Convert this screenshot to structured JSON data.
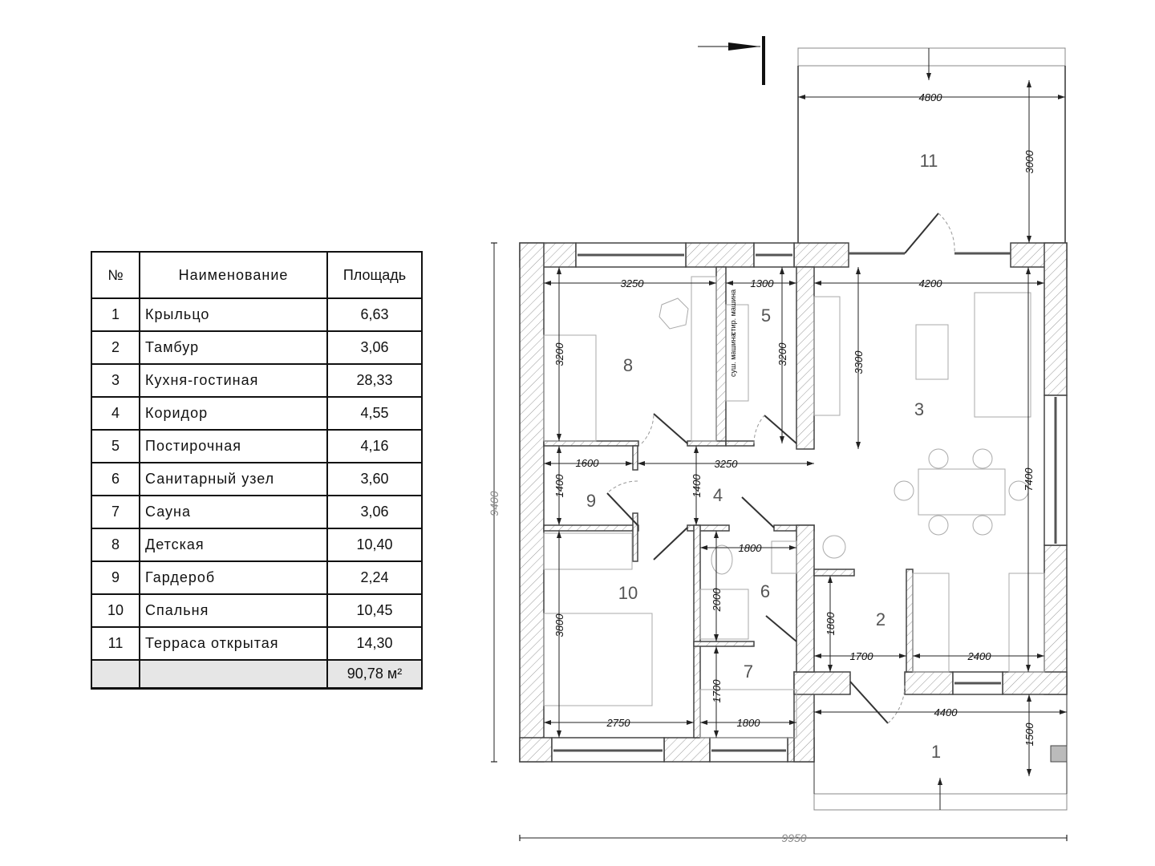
{
  "table": {
    "headers": {
      "num": "№",
      "name": "Наименование",
      "area": "Площадь"
    },
    "rows": [
      {
        "num": "1",
        "name": "Крыльцо",
        "area": "6,63"
      },
      {
        "num": "2",
        "name": "Тамбур",
        "area": "3,06"
      },
      {
        "num": "3",
        "name": "Кухня-гостиная",
        "area": "28,33"
      },
      {
        "num": "4",
        "name": "Коридор",
        "area": "4,55"
      },
      {
        "num": "5",
        "name": "Постирочная",
        "area": "4,16"
      },
      {
        "num": "6",
        "name": "Санитарный узел",
        "area": "3,60"
      },
      {
        "num": "7",
        "name": "Сауна",
        "area": "3,06"
      },
      {
        "num": "8",
        "name": "Детская",
        "area": "10,40"
      },
      {
        "num": "9",
        "name": "Гардероб",
        "area": "2,24"
      },
      {
        "num": "10",
        "name": "Спальня",
        "area": "10,45"
      },
      {
        "num": "11",
        "name": "Терраса открытая",
        "area": "14,30"
      }
    ],
    "total": "90,78 м²"
  },
  "plan": {
    "room_numbers": [
      "1",
      "2",
      "3",
      "4",
      "5",
      "6",
      "7",
      "8",
      "9",
      "10",
      "11"
    ],
    "appliances": {
      "washer": "стир. машина",
      "dryer": "суш. машина"
    },
    "dimensions": {
      "terrace_width": "4800",
      "terrace_depth": "3000",
      "room8_width": "3250",
      "room5_width": "1300",
      "room3_width": "4200",
      "room8_height": "3200",
      "room5_height": "3200",
      "room3_height": "3300",
      "room3_total_height": "7400",
      "room9_width": "1600",
      "corridor_width": "3250",
      "room9_height": "1400",
      "corridor_height": "1400",
      "room6_width": "1800",
      "room6_height": "2000",
      "room10_height": "3800",
      "room2_height": "1800",
      "room2_width": "1700",
      "living_lower_width": "2400",
      "room7_height": "1700",
      "room10_width": "2750",
      "room7_width": "1800",
      "porch_width": "4400",
      "porch_depth": "1500",
      "overall_height": "9400",
      "overall_width": "9950"
    }
  }
}
